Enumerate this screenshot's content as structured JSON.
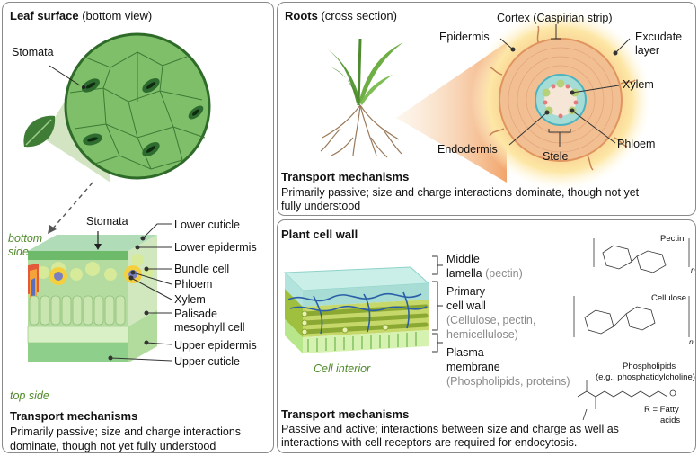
{
  "leaf": {
    "title": "Leaf surface",
    "title_suffix": "(bottom view)",
    "stomata_top": "Stomata",
    "stomata_section": "Stomata",
    "bottom_side": "bottom side",
    "top_side": "top side",
    "labels": [
      "Lower cuticle",
      "Lower epidermis",
      "Bundle cell",
      "Phloem",
      "Xylem",
      "Palisade",
      "mesophyll cell",
      "Upper epidermis",
      "Upper cuticle"
    ],
    "transport_title": "Transport mechanisms",
    "transport_line1": "Primarily passive; size and charge interactions",
    "transport_line2": "dominate, though not yet fully understood"
  },
  "roots": {
    "title": "Roots",
    "title_suffix": "(cross section)",
    "labels": {
      "cortex": "Cortex (Caspirian strip)",
      "epidermis": "Epidermis",
      "excudate1": "Excudate",
      "excudate2": "layer",
      "xylem": "Xylem",
      "phloem": "Phloem",
      "endodermis": "Endodermis",
      "stele": "Stele"
    },
    "transport_title": "Transport mechanisms",
    "transport_line1": "Primarily passive; size and charge interactions dominate, though not yet",
    "transport_line2": "fully understood"
  },
  "wall": {
    "title": "Plant cell wall",
    "labels": {
      "middle": "Middle",
      "lamella": "lamella",
      "lamella_paren": "(pectin)",
      "primary": "Primary",
      "cellwall": "cell wall",
      "cw_paren1": "(Cellulose, pectin,",
      "cw_paren2": "hemicellulose)",
      "plasma": "Plasma",
      "membrane": "membrane",
      "pm_paren": "(Phospholipids, proteins)",
      "interior": "Cell interior"
    },
    "chem": {
      "pectin": "Pectin",
      "cellulose": "Cellulose",
      "phospholipids": "Phospholipids",
      "phospholipids_sub": "(e.g., phosphatidylcholine)",
      "r_eq": "R = Fatty",
      "r_eq2": "acids",
      "n": "n"
    },
    "transport_title": "Transport mechanisms",
    "transport_line1": "Passive and active; interactions between size and charge as well as",
    "transport_line2": "interactions with cell receptors are required for endocytosis."
  }
}
